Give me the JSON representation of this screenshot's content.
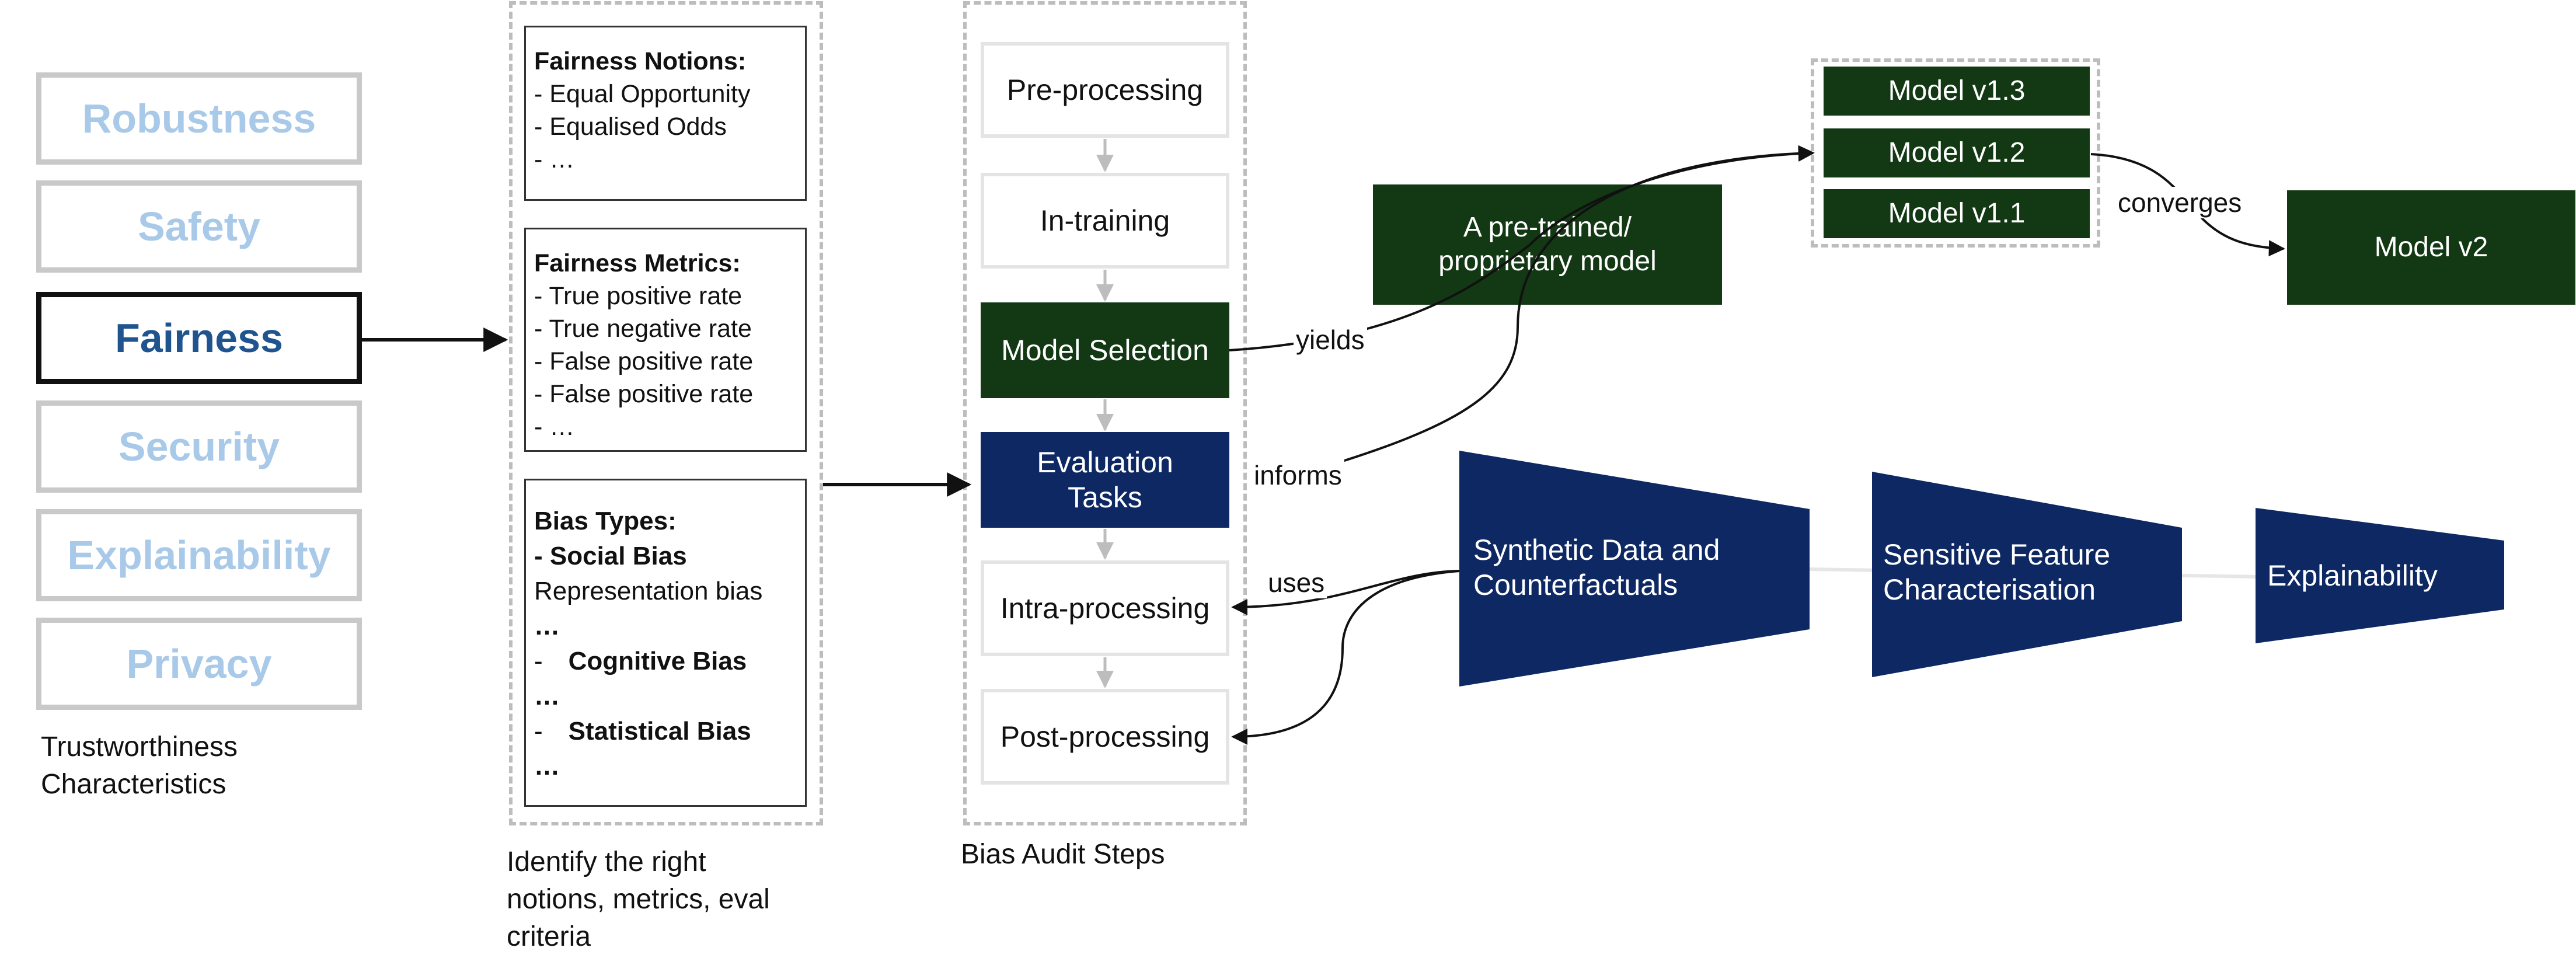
{
  "characteristics": {
    "items": [
      "Robustness",
      "Safety",
      "Fairness",
      "Security",
      "Explainability",
      "Privacy"
    ],
    "active": "Fairness",
    "caption": [
      "Trustworthiness",
      "Characteristics"
    ]
  },
  "criteria": {
    "notions": {
      "title": "Fairness Notions:",
      "items": [
        "-  Equal Opportunity",
        "-  Equalised Odds",
        "-  …"
      ]
    },
    "metrics": {
      "title": "Fairness Metrics:",
      "items": [
        "-  True positive rate",
        "-  True negative rate",
        "-  False positive rate",
        "-  False positive rate",
        "-  …"
      ]
    },
    "bias": {
      "title": "Bias Types:",
      "social": "- Social Bias",
      "representation": "Representation bias",
      "ellipsis1": "…",
      "cognitive_dash": "-",
      "cognitive": "Cognitive Bias",
      "ellipsis2": "…",
      "statistical_dash": "-",
      "statistical": "Statistical Bias",
      "ellipsis3": "…"
    },
    "caption": [
      "Identify the right",
      "notions, metrics, eval",
      "criteria"
    ]
  },
  "steps": {
    "items": [
      "Pre-processing",
      "In-training",
      "Model Selection",
      "Evaluation Tasks",
      "Intra-processing",
      "Post-processing"
    ],
    "eval_lines": [
      "Evaluation",
      "Tasks"
    ],
    "caption": "Bias Audit Steps"
  },
  "models": {
    "pretrained": [
      "A pre-trained/",
      "proprietary model"
    ],
    "versions": [
      "Model v1.3",
      "Model v1.2",
      "Model v1.1"
    ],
    "final": "Model v2"
  },
  "edge_labels": {
    "yields": "yields",
    "informs": "informs",
    "uses": "uses",
    "converges": "converges"
  },
  "methods": {
    "synthetic": [
      "Synthetic Data and",
      "Counterfactuals"
    ],
    "sensitive": [
      "Sensitive Feature",
      "Characterisation"
    ],
    "explain": "Explainability"
  },
  "colors": {
    "dark_green": "#123814",
    "navy": "#0d2863",
    "fairness_text": "#20548e",
    "faded_text": "#a9c9e9"
  }
}
